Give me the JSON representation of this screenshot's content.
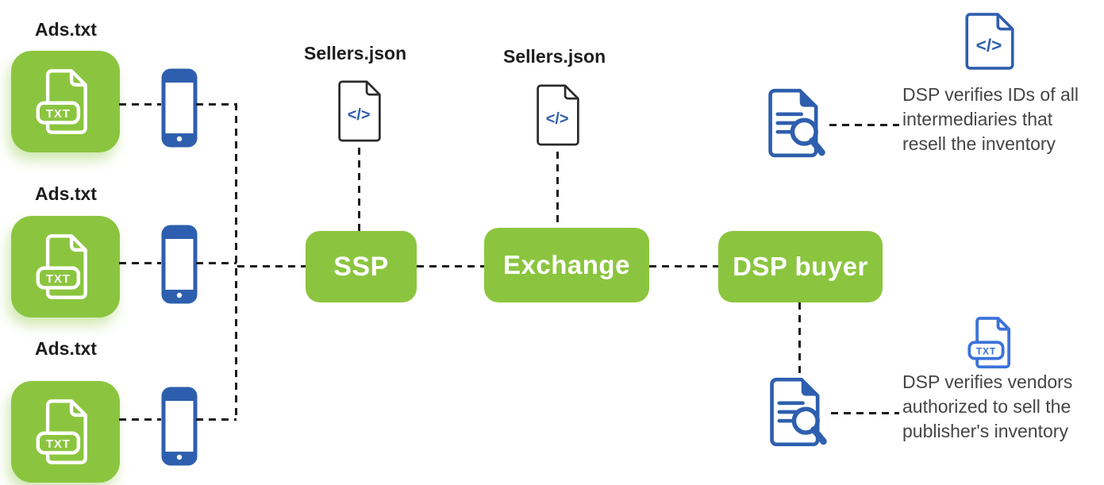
{
  "colors": {
    "green": "#8BC53F",
    "blue": "#2E5FAE",
    "blue_light": "#3C72D9",
    "line": "#1c1c1c",
    "text": "#454545"
  },
  "publishers": [
    {
      "label": "Ads.txt"
    },
    {
      "label": "Ads.txt"
    },
    {
      "label": "Ads.txt"
    }
  ],
  "nodes": {
    "ssp": "SSP",
    "exchange": "Exchange",
    "dsp": "DSP buyer"
  },
  "files": {
    "sellers_json_ssp": "Sellers.json",
    "sellers_json_exchange": "Sellers.json"
  },
  "icons": {
    "txt_badge": "TXT",
    "code_glyph": "</>"
  },
  "annotations": {
    "top": {
      "lines": [
        "DSP verifies IDs of all",
        "intermediaries that",
        "resell the  inventory"
      ]
    },
    "bottom": {
      "lines": [
        "DSP verifies vendors",
        "authorized to sell the",
        "publisher's inventory"
      ]
    }
  }
}
